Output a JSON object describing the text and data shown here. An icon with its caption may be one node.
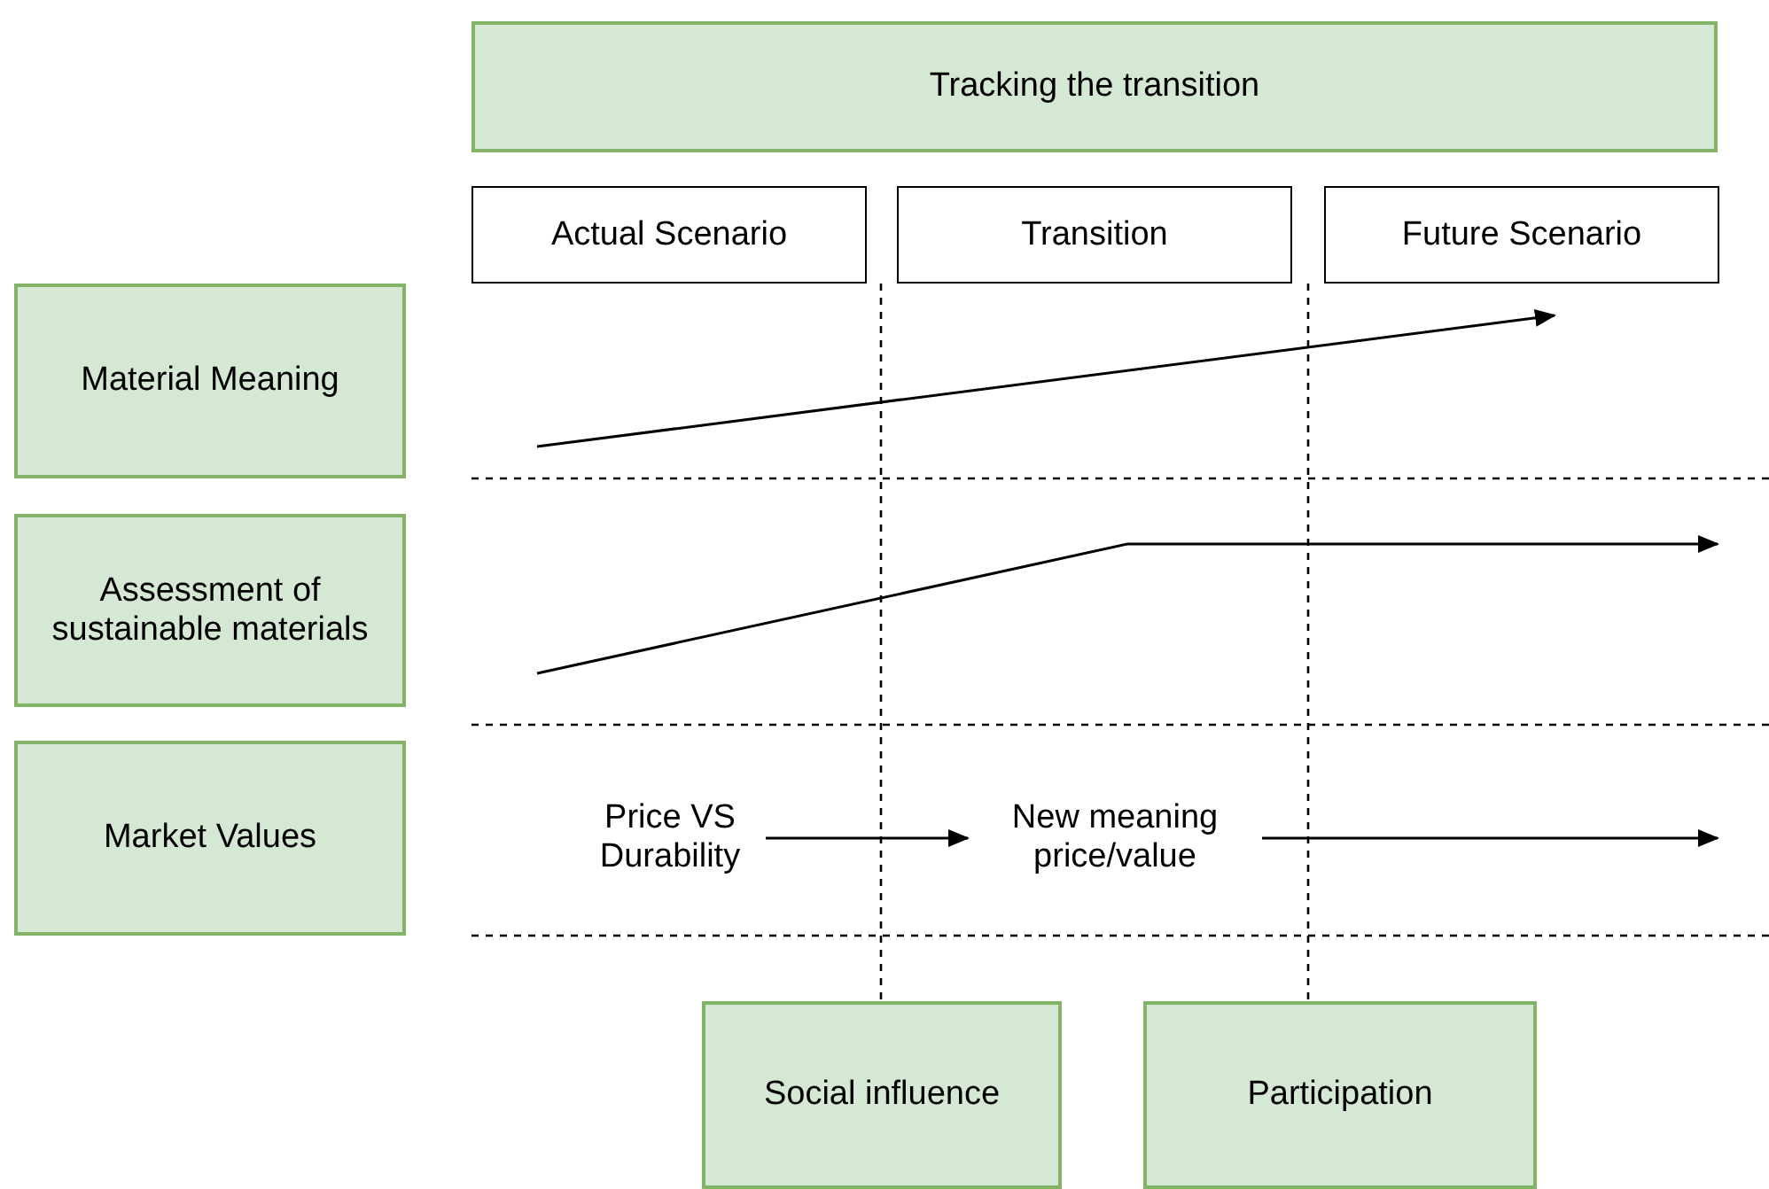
{
  "diagram": {
    "nodes": [
      {
        "text": [
          "Tracking the transition"
        ]
      },
      {
        "text": [
          "Actual Scenario"
        ]
      },
      {
        "text": [
          "Transition"
        ]
      },
      {
        "text": [
          "Future Scenario"
        ]
      },
      {
        "text": [
          "Material Meaning"
        ]
      },
      {
        "text": [
          "Assessment of sustainable materials"
        ]
      },
      {
        "text": [
          "Market Values"
        ]
      },
      {
        "text": [
          "Price VS Durability"
        ]
      },
      {
        "text": [
          "New meaning price/value"
        ]
      },
      {
        "text": [
          "Social influence"
        ]
      },
      {
        "text": [
          "Participation"
        ]
      }
    ],
    "edges": [
      {
        "from": 7,
        "to": 8,
        "arrow": "to"
      },
      {
        "from": 8,
        "to": null,
        "arrow": "to"
      }
    ]
  }
}
